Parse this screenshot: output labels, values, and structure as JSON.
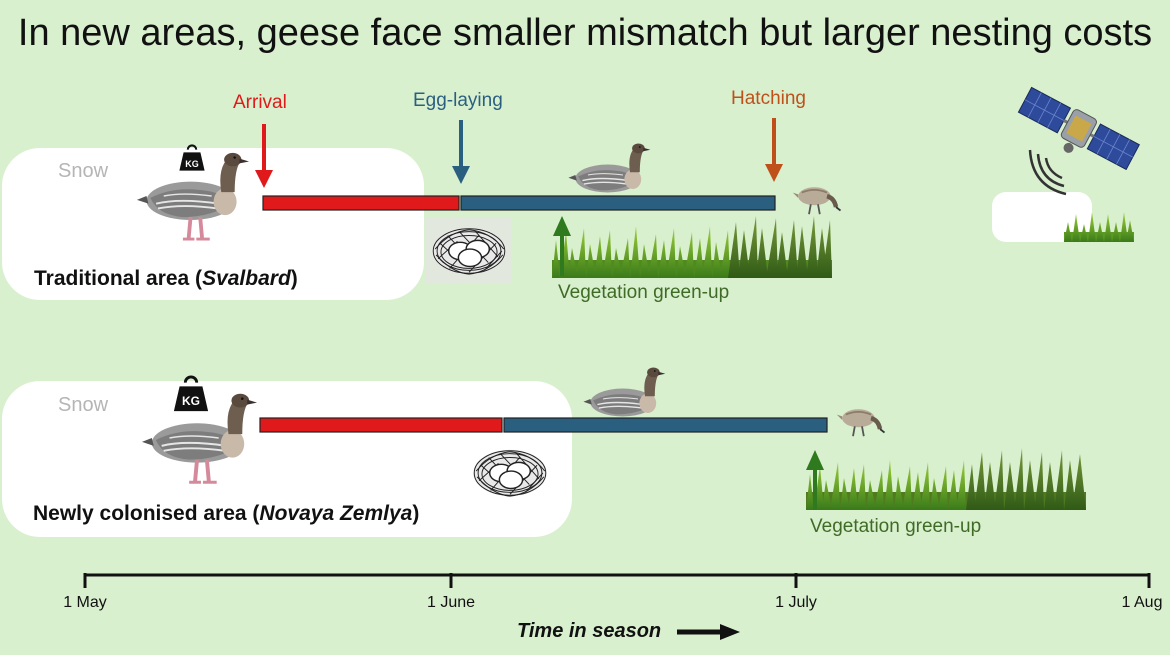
{
  "title": "In new areas, geese face smaller mismatch but larger nesting costs",
  "snow_label": "Snow",
  "weight_badge": "KG",
  "colors": {
    "background": "#d9f0cf",
    "arrival": "#e0191b",
    "egg_laying": "#2b5f80",
    "hatching": "#c0501a",
    "vegetation": "#3f6b26"
  },
  "events": {
    "arrival": "Arrival",
    "egg_laying": "Egg-laying",
    "hatching": "Hatching"
  },
  "vegetation_label": "Vegetation green-up",
  "areas": [
    {
      "name_prefix": "Traditional area (",
      "name_italic": "Svalbard",
      "name_suffix": ")"
    },
    {
      "name_prefix": "Newly colonised area (",
      "name_italic": "Novaya Zemlya",
      "name_suffix": ")"
    }
  ],
  "axis": {
    "ticks": [
      "1 May",
      "1 June",
      "1 July",
      "1 Aug"
    ],
    "label": "Time in season"
  },
  "icons": [
    "weight-icon",
    "goose-icon",
    "nest-icon",
    "gosling-icon",
    "grass-icon",
    "satellite-icon"
  ]
}
